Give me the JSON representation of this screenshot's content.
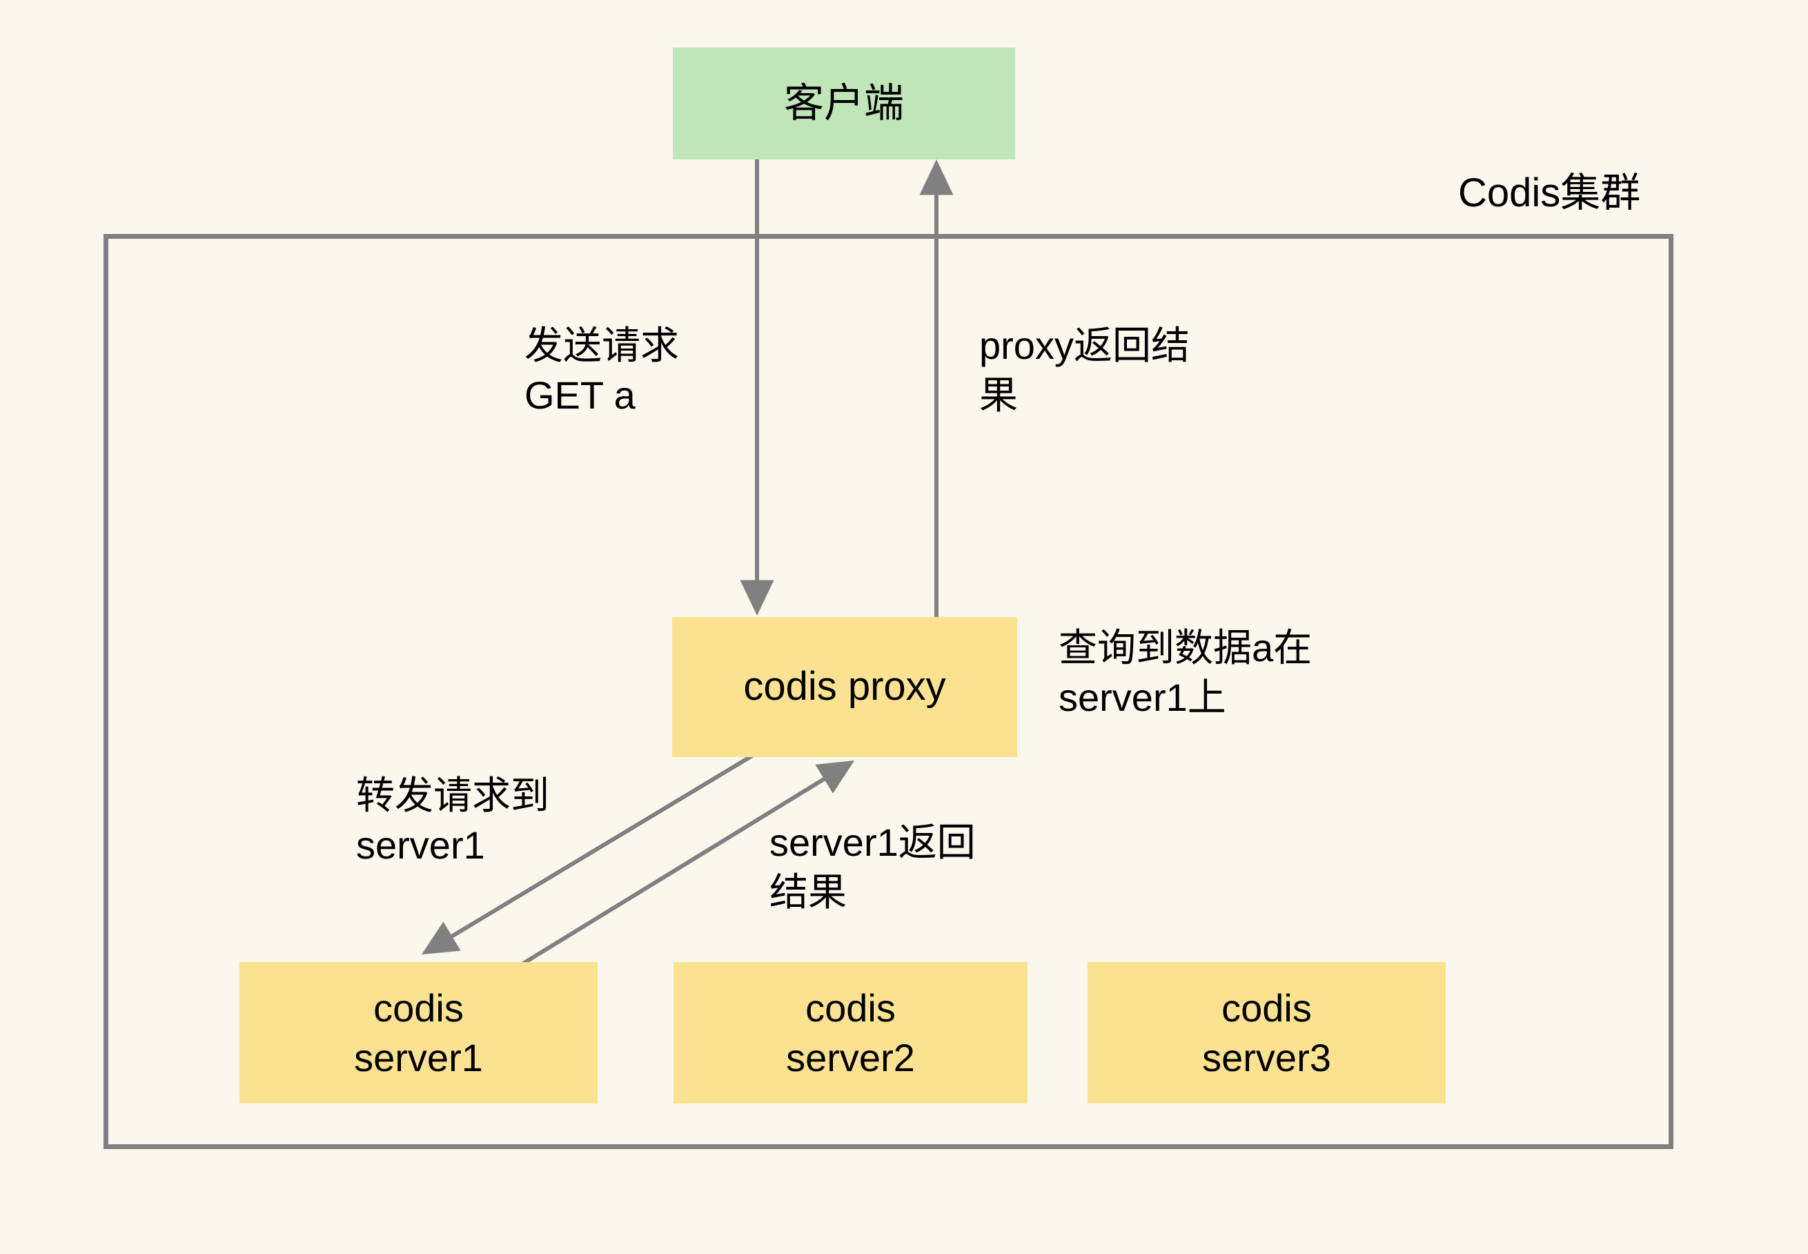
{
  "diagram": {
    "title_label": "Codis集群",
    "background_color": "#faf8ec",
    "box_fill_green": "#bfe5b8",
    "box_fill_yellow": "#fbe291",
    "border_color": "#808080",
    "arrow_color": "#808080"
  },
  "nodes": {
    "client": {
      "label": "客户端"
    },
    "proxy": {
      "label": "codis proxy"
    },
    "servers": [
      {
        "label": "codis\nserver1"
      },
      {
        "label": "codis\nserver2"
      },
      {
        "label": "codis\nserver3"
      }
    ]
  },
  "edges": [
    {
      "id": "client-to-proxy",
      "label": "发送请求\nGET a",
      "from": "client",
      "to": "proxy",
      "direction": "down"
    },
    {
      "id": "proxy-to-client",
      "label": "proxy返回结\n果",
      "from": "proxy",
      "to": "client",
      "direction": "up"
    },
    {
      "id": "proxy-lookup",
      "label": "查询到数据a在\nserver1上",
      "from": "proxy",
      "to": "",
      "direction": "annotation"
    },
    {
      "id": "proxy-to-server1",
      "label": "转发请求到\nserver1",
      "from": "proxy",
      "to": "server1",
      "direction": "down-left"
    },
    {
      "id": "server1-to-proxy",
      "label": "server1返回\n结果",
      "from": "server1",
      "to": "proxy",
      "direction": "up-right"
    }
  ]
}
